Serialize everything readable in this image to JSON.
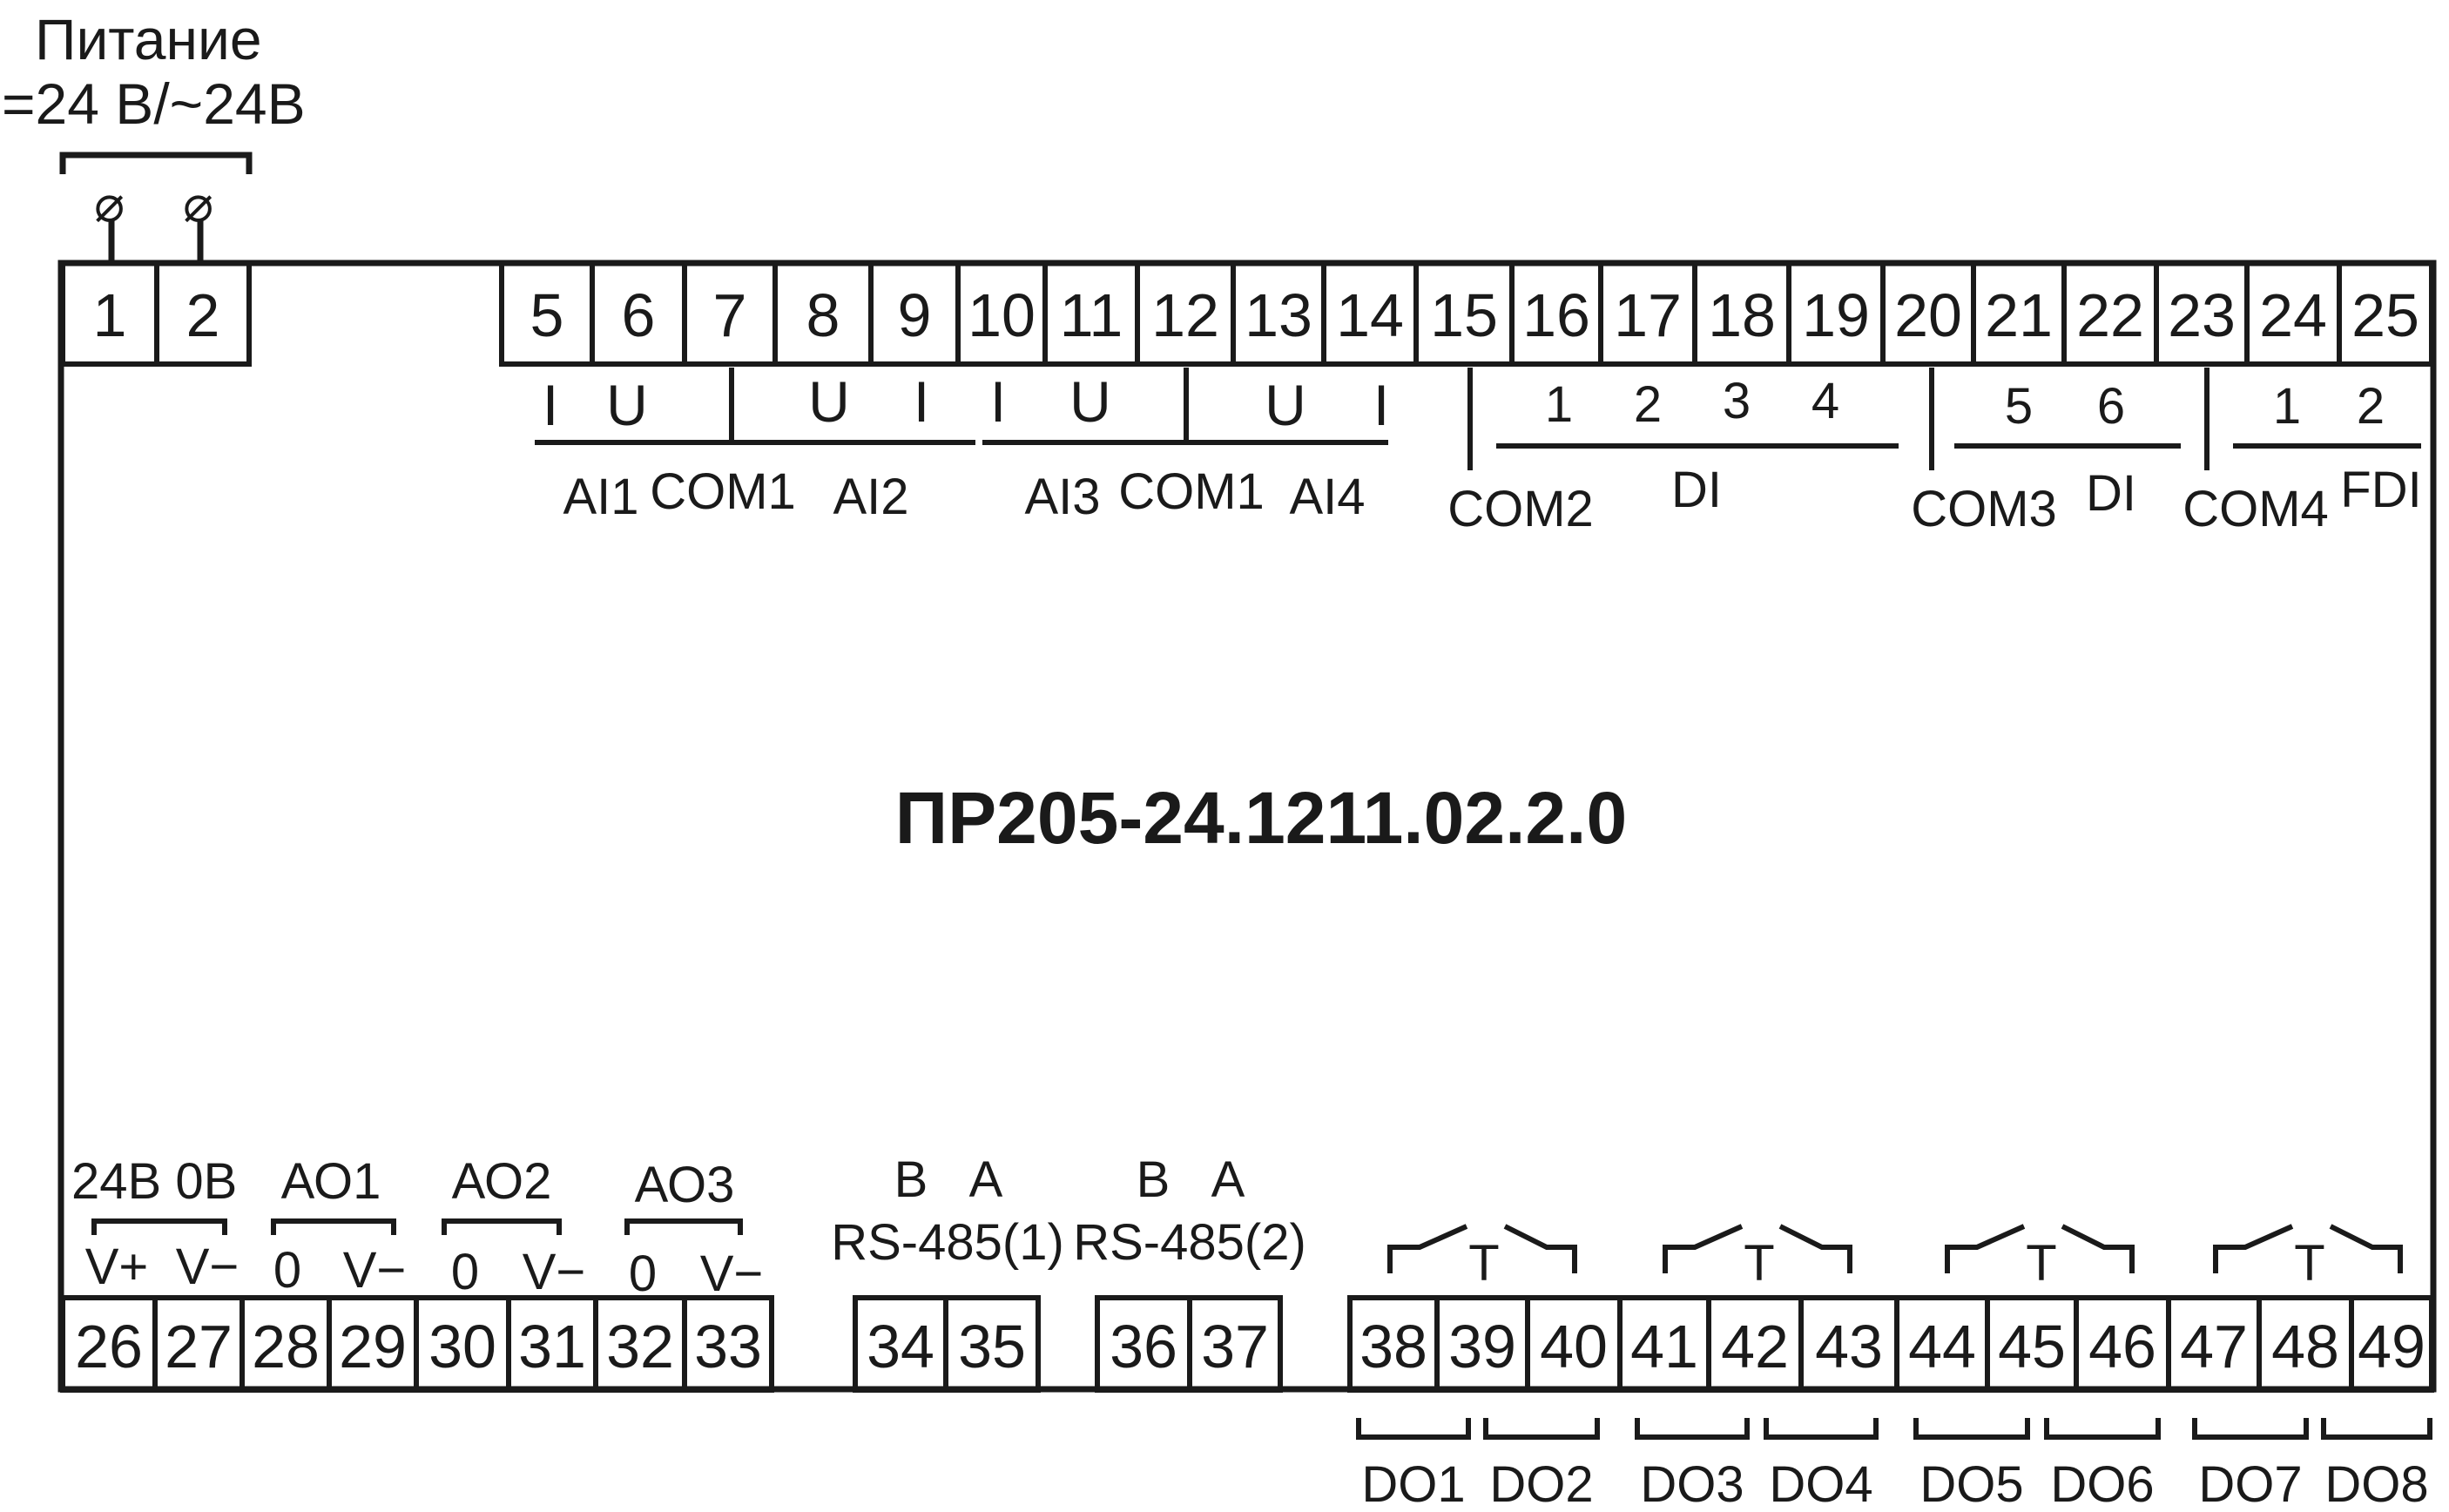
{
  "power": {
    "title": "Питание",
    "voltage": "=24 В/~24В",
    "symbol": "⌀"
  },
  "model": "ПР205-24.1211.02.2.0",
  "top_terminals": [
    "1",
    "2",
    "5",
    "6",
    "7",
    "8",
    "9",
    "10",
    "11",
    "12",
    "13",
    "14",
    "15",
    "16",
    "17",
    "18",
    "19",
    "20",
    "21",
    "22",
    "23",
    "24",
    "25"
  ],
  "bottom_terminals": [
    "26",
    "27",
    "28",
    "29",
    "30",
    "31",
    "32",
    "33",
    "34",
    "35",
    "36",
    "37",
    "38",
    "39",
    "40",
    "41",
    "42",
    "43",
    "44",
    "45",
    "46",
    "47",
    "48",
    "49"
  ],
  "top_labels": {
    "pins": [
      "I",
      "U",
      "U",
      "I",
      "I",
      "U",
      "U",
      "I",
      "1",
      "2",
      "3",
      "4",
      "5",
      "6",
      "1",
      "2"
    ],
    "groups": [
      "AI1",
      "COM1",
      "AI2",
      "AI3",
      "COM1",
      "AI4",
      "COM2",
      "DI",
      "COM3",
      "DI",
      "COM4",
      "FDI"
    ]
  },
  "bottom_labels": {
    "groups": [
      "24В 0В",
      "АО1",
      "АО2",
      "АО3",
      "RS-485(1)",
      "RS-485(2)"
    ],
    "pins": [
      "V+",
      "V−",
      "0",
      "V−",
      "0",
      "V−",
      "0",
      "V−",
      "В",
      "А",
      "В",
      "А"
    ],
    "relay_common": "T",
    "outputs": [
      "DO1",
      "DO2",
      "DO3",
      "DO4",
      "DO5",
      "DO6",
      "DO7",
      "DO8"
    ]
  }
}
